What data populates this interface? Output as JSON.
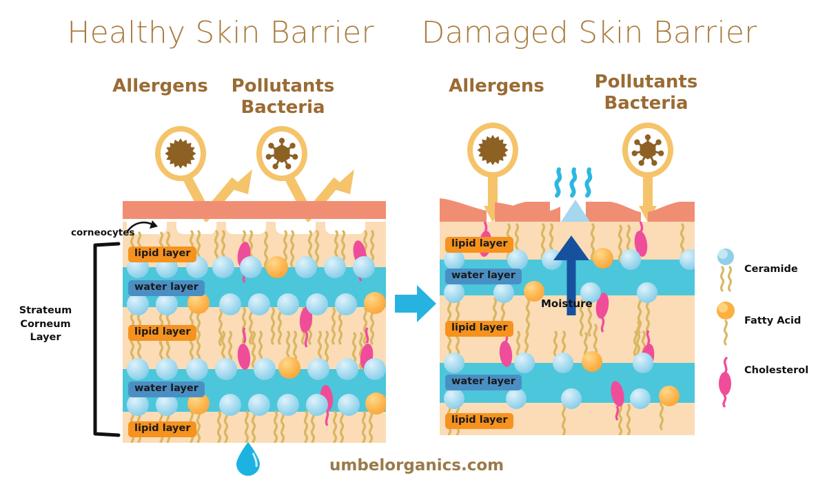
{
  "titles": {
    "healthy": "Healthy Skin Barrier",
    "damaged": "Damaged Skin Barrier"
  },
  "threats": {
    "allergens": "Allergens",
    "pollutants_bacteria": "Pollutants\nBacteria"
  },
  "annotations": {
    "corneocytes": "corneocytes",
    "stratum_corneum": "Strateum Corneum\nLayer",
    "moisture": "Moisture"
  },
  "layer_tags": {
    "lipid": "lipid layer",
    "water": "water layer"
  },
  "healthy_panel": {
    "tags": [
      {
        "text": "lipid layer",
        "type": "lipid"
      },
      {
        "text": "water layer",
        "type": "water"
      },
      {
        "text": "lipid layer",
        "type": "lipid"
      },
      {
        "text": "water layer",
        "type": "water"
      },
      {
        "text": "lipid layer",
        "type": "lipid"
      }
    ]
  },
  "damaged_panel": {
    "tags": [
      {
        "text": "lipid layer",
        "type": "lipid"
      },
      {
        "text": "water layer",
        "type": "water"
      },
      {
        "text": "lipid layer",
        "type": "lipid"
      },
      {
        "text": "water layer",
        "type": "water"
      },
      {
        "text": "lipid layer",
        "type": "lipid"
      }
    ]
  },
  "legend": {
    "items": [
      {
        "label": "Ceramide",
        "icon": "ceramide-icon",
        "color": "#8fcfe8"
      },
      {
        "label": "Fatty Acid",
        "icon": "fatty-acid-icon",
        "color": "#fbb040"
      },
      {
        "label": "Cholesterol",
        "icon": "cholesterol-icon",
        "color": "#ef4d9a"
      }
    ]
  },
  "footer": {
    "site": "umbelorganics.com"
  },
  "colors": {
    "title_brown": "#a97c3e",
    "threat_brown": "#9a6b33",
    "epidermis": "#f08e74",
    "lipid_band": "#fbdcb6",
    "water_band": "#4cc6da",
    "lipid_tag": "#f6921e",
    "water_tag": "#4a8fc4",
    "bubble_ring": "#f5c36a",
    "germ_body": "#8d6024",
    "arrow_yellow": "#f5c36a",
    "arrow_cyan": "#27b3e0",
    "moisture_arrow": "#17519e",
    "steam_cyan": "#2bb8e0",
    "droplet": "#1db3e0",
    "ceramide_tail": "#d9b763",
    "cholesterol": "#ef4d9a"
  }
}
